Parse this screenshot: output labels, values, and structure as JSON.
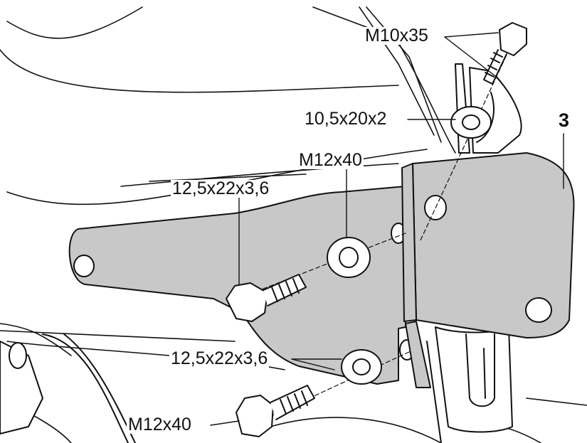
{
  "labels": {
    "bolt_top": "M10x35",
    "washer_top": "10,5x20x2",
    "callout": "3",
    "bolt_mid": "M12x40",
    "washer_mid": "12,5x22x3,6",
    "washer_bottom": "12,5x22x3,6",
    "bolt_bottom": "M12x40"
  },
  "colors": {
    "line": "#111111",
    "bracket_fill": "#c8c8c8",
    "part_fill": "#ffffff"
  }
}
